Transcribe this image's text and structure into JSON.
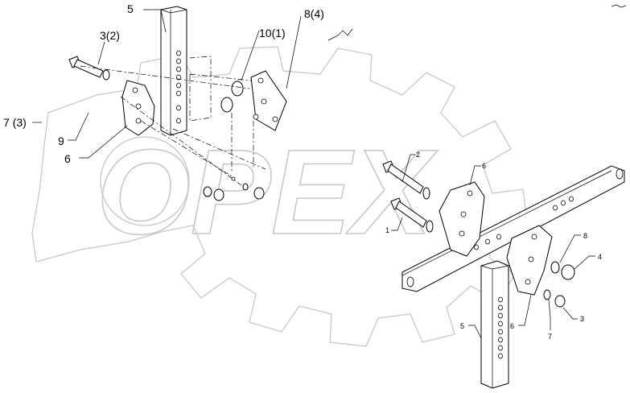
{
  "watermark": {
    "text": "OPEX",
    "color": "#c8c8c8"
  },
  "labels_exploded": {
    "p5": "5",
    "p3_2": "3(2)",
    "p10_1": "10(1)",
    "p8_4": "8(4)",
    "p7_3": "7 (3)",
    "p9": "9",
    "p6": "6"
  },
  "labels_assembled": {
    "p2": "2",
    "p1": "1",
    "p6a": "6",
    "p8": "8",
    "p4": "4",
    "p3": "3",
    "p7": "7",
    "p6b": "6",
    "p5": "5"
  }
}
